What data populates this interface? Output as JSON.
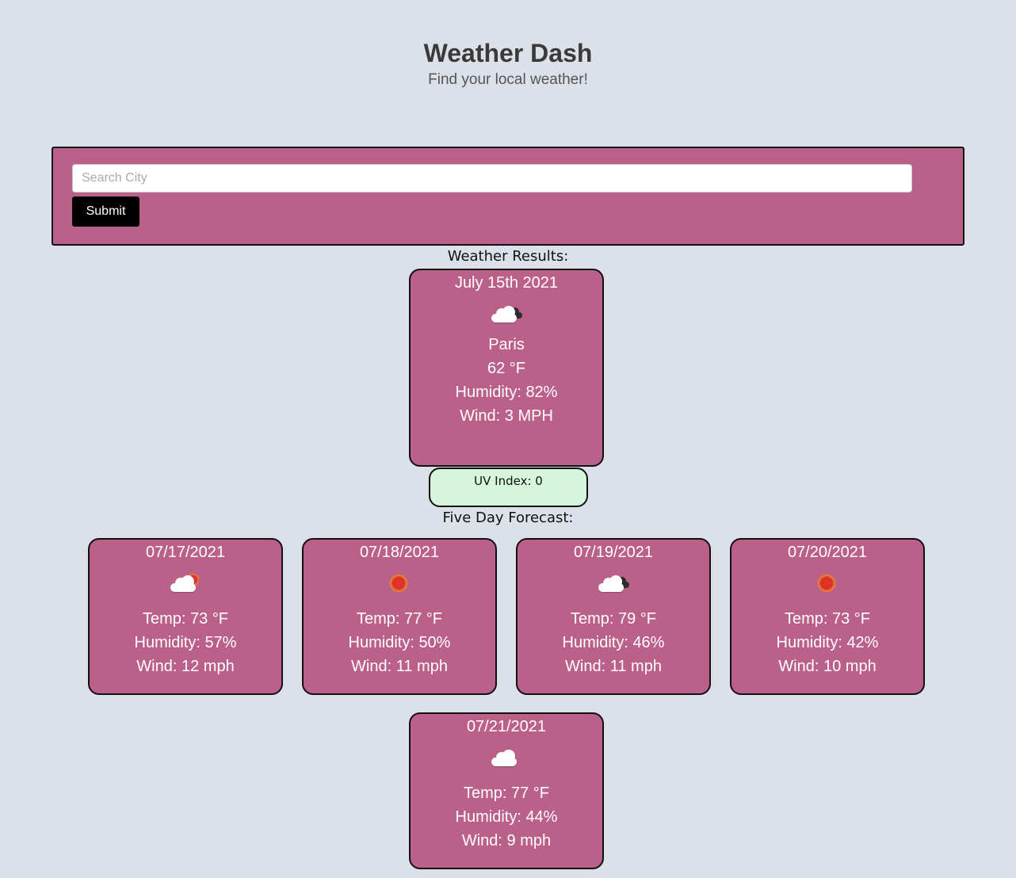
{
  "header": {
    "title": "Weather Dash",
    "subtitle": "Find your local weather!"
  },
  "search": {
    "placeholder": "Search City",
    "value": "",
    "submit_label": "Submit"
  },
  "results": {
    "label": "Weather Results:",
    "current": {
      "date": "July 15th 2021",
      "icon": "cloudy-icon",
      "city": "Paris",
      "temp": "62 °F",
      "humidity": "Humidity: 82%",
      "wind": "Wind: 3 MPH"
    },
    "uv": "UV Index: 0"
  },
  "forecast": {
    "label": "Five Day Forecast:",
    "days": [
      {
        "date": "07/17/2021",
        "icon": "partly-sunny-icon",
        "temp": "Temp: 73 °F",
        "humidity": "Humidity: 57%",
        "wind": "Wind: 12 mph"
      },
      {
        "date": "07/18/2021",
        "icon": "sun-icon",
        "temp": "Temp: 77 °F",
        "humidity": "Humidity: 50%",
        "wind": "Wind: 11 mph"
      },
      {
        "date": "07/19/2021",
        "icon": "cloudy-icon",
        "temp": "Temp: 79 °F",
        "humidity": "Humidity: 46%",
        "wind": "Wind: 11 mph"
      },
      {
        "date": "07/20/2021",
        "icon": "sun-icon",
        "temp": "Temp: 73 °F",
        "humidity": "Humidity: 42%",
        "wind": "Wind: 10 mph"
      },
      {
        "date": "07/21/2021",
        "icon": "cloud-icon",
        "temp": "Temp: 77 °F",
        "humidity": "Humidity: 44%",
        "wind": "Wind: 9 mph"
      }
    ]
  },
  "colors": {
    "background": "#dce0e8",
    "card": "#bb6089",
    "uv_badge": "#d5f6da",
    "button": "#000000"
  }
}
